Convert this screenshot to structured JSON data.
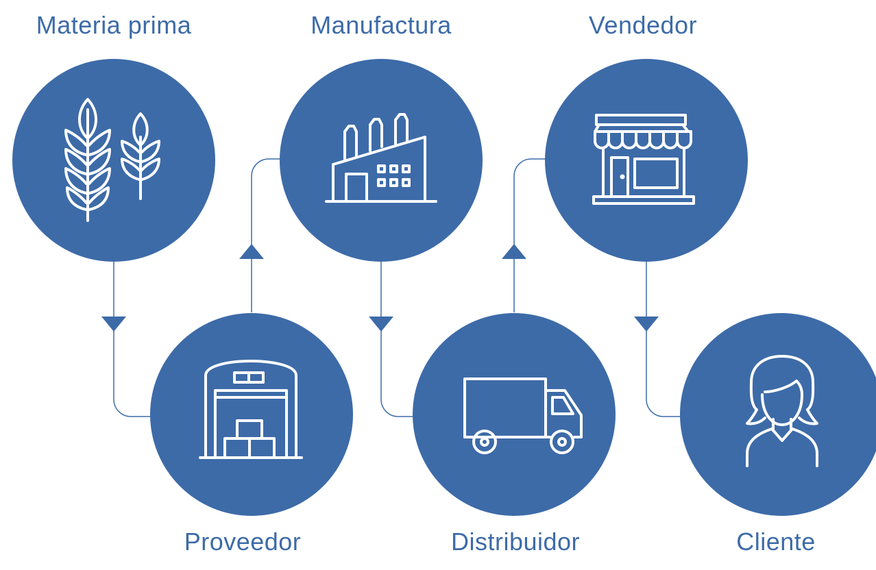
{
  "colors": {
    "node_fill": "#3d6ba8",
    "connector": "#3d6ba8",
    "icon_stroke": "#ffffff",
    "label": "#3d6ba8",
    "background": "#ffffff"
  },
  "nodes": [
    {
      "id": "materia-prima",
      "label": "Materia prima",
      "icon": "wheat-icon"
    },
    {
      "id": "proveedor",
      "label": "Proveedor",
      "icon": "warehouse-icon"
    },
    {
      "id": "manufactura",
      "label": "Manufactura",
      "icon": "factory-icon"
    },
    {
      "id": "distribuidor",
      "label": "Distribuidor",
      "icon": "truck-icon"
    },
    {
      "id": "vendedor",
      "label": "Vendedor",
      "icon": "store-icon"
    },
    {
      "id": "cliente",
      "label": "Cliente",
      "icon": "customer-icon"
    }
  ],
  "edges": [
    {
      "from": "materia-prima",
      "to": "proveedor"
    },
    {
      "from": "proveedor",
      "to": "manufactura"
    },
    {
      "from": "manufactura",
      "to": "distribuidor"
    },
    {
      "from": "distribuidor",
      "to": "vendedor"
    },
    {
      "from": "vendedor",
      "to": "cliente"
    }
  ]
}
